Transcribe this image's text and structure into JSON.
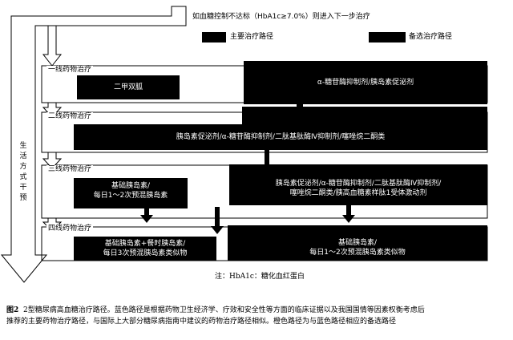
{
  "header": {
    "condition": "如血糖控制不达标（HbA1c≥7.0%）则进入下一步治疗",
    "legend_primary": "主要治疗路径",
    "legend_alternative": "备选治疗路径"
  },
  "lifestyle": "生活方式干预",
  "tiers": {
    "t1": {
      "label": "一线药物治疗",
      "primary": "二甲双胍",
      "alternative": "α-糖苷酶抑制剂/胰岛素促泌剂"
    },
    "t2": {
      "label": "二线药物治疗",
      "combined": "胰岛素促泌剂/α-糖苷酶抑制剂/二肽基肽酶Ⅳ抑制剂/噻唑烷二酮类"
    },
    "t3": {
      "label": "三线药物治疗",
      "primary_l1": "基础胰岛素/",
      "primary_l2": "每日1～2次预混胰岛素",
      "alt_l1": "胰岛素促泌剂/α-糖苷酶抑制剂/二肽基肽酶Ⅳ抑制剂/",
      "alt_l2": "噻唑烷二酮类/胰高血糖素样肽1受体激动剂"
    },
    "t4": {
      "label": "四线药物治疗",
      "primary_l1": "基础胰岛素+餐时胰岛素/",
      "primary_l2": "每日3次预混胰岛素类似物",
      "alt_l1": "基础胰岛素/",
      "alt_l2": "每日1～2次预混胰岛素类似物"
    }
  },
  "note": "注：HbA1c：糖化血红蛋白",
  "caption": {
    "fig": "图2",
    "line1": "2型糖尿病高血糖治疗路径。蓝色路径是根据药物卫生经济学、疗效和安全性等方面的临床证据以及我国国情等因素权衡考虑后",
    "line2": "推荐的主要药物治疗路径，与国际上大部分糖尿病指南中建议的药物治疗路径相似。橙色路径为与蓝色路径相应的备选路径"
  }
}
